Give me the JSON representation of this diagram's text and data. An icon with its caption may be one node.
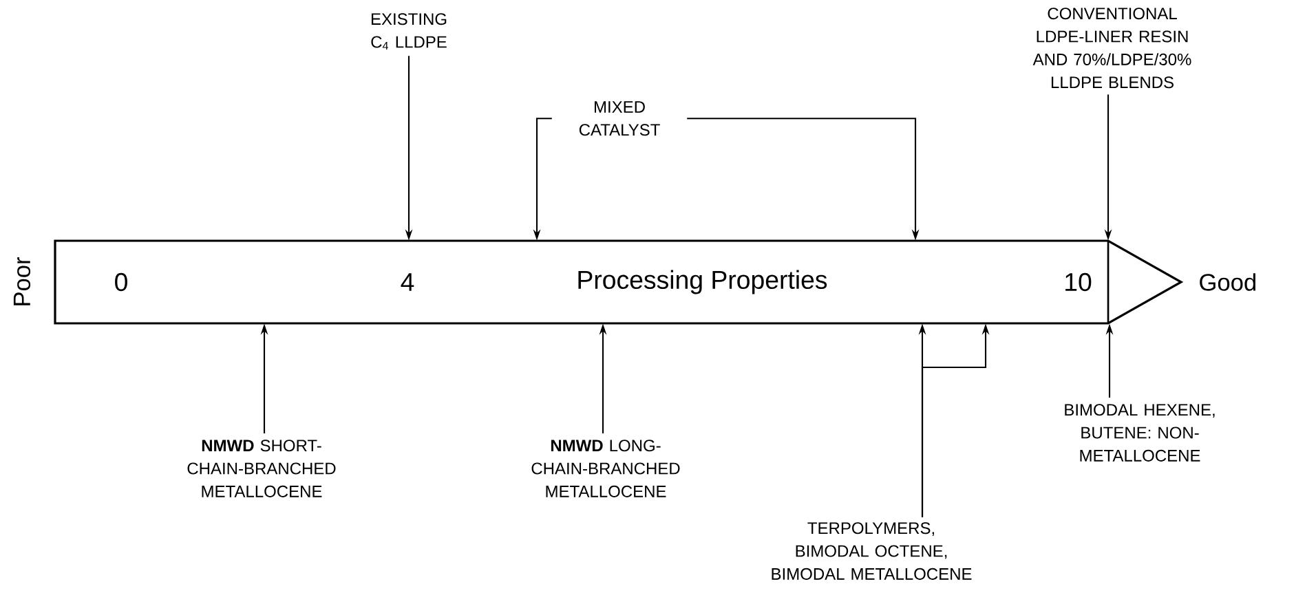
{
  "diagram": {
    "nodes": [
      {
        "text": [
          "0",
          "4",
          "Processing Properties",
          "10"
        ],
        "beside": [
          "Poor",
          "Good"
        ]
      },
      {
        "text": [
          "EXISTING C$_{4}$ LLDPE"
        ]
      },
      {
        "text": [
          "MIXED CATALYST"
        ]
      },
      {
        "text": [
          "CONVENTIONAL LDPE-LINER RESIN AND 70%/LDPE/30% LLDPE BLENDS"
        ]
      },
      {
        "text": [
          "**NMWD** SHORT-CHAIN-BRANCHED METALLOCENE"
        ]
      },
      {
        "text": [
          "**NMWD** LONG-CHAIN-BRANCHED METALLOCENE"
        ]
      },
      {
        "text": [
          "TERPOLYMERS, BIMODAL OCTENE, BIMODAL METALLOCENE"
        ]
      },
      {
        "text": [
          "BIMODAL HEXENE, BUTENE: NON-METALLOCENE"
        ]
      }
    ],
    "edges": [
      {
        "from": 1,
        "to": 0,
        "arrow": "to"
      },
      {
        "from": 2,
        "to": 0,
        "arrow": "to"
      },
      {
        "from": 2,
        "to": 0,
        "arrow": "to"
      },
      {
        "from": 3,
        "to": 0,
        "arrow": "to"
      },
      {
        "from": 4,
        "to": 0,
        "arrow": "to"
      },
      {
        "from": 5,
        "to": 0,
        "arrow": "to"
      },
      {
        "from": 6,
        "to": 0,
        "arrow": "to"
      },
      {
        "from": 6,
        "to": 0,
        "arrow": "to"
      },
      {
        "from": 7,
        "to": 0,
        "arrow": "to"
      }
    ]
  }
}
